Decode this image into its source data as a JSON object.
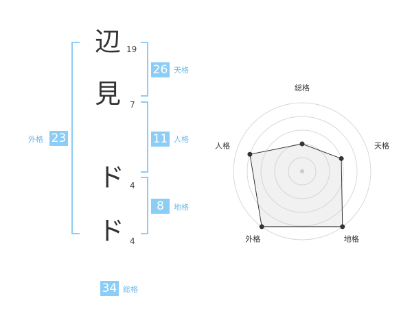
{
  "name": {
    "characters": [
      {
        "char": "辺",
        "strokes": "19"
      },
      {
        "char": "見",
        "strokes": "7"
      },
      {
        "char": "ド",
        "strokes": "4"
      },
      {
        "char": "ド",
        "strokes": "4"
      }
    ]
  },
  "fortunes": {
    "tenkaku": {
      "value": "26",
      "label": "天格"
    },
    "jinkaku": {
      "value": "11",
      "label": "人格"
    },
    "chikaku": {
      "value": "8",
      "label": "地格"
    },
    "gaikaku": {
      "value": "23",
      "label": "外格"
    },
    "soukaku": {
      "value": "34",
      "label": "総格"
    }
  },
  "colors": {
    "accent": "#8bcdf5",
    "accent_text": "#6db9e8"
  },
  "chart_data": {
    "type": "radar",
    "axes": [
      "総格",
      "天格",
      "地格",
      "外格",
      "人格"
    ],
    "values": [
      2,
      3,
      5,
      5,
      4
    ],
    "max": 5
  }
}
